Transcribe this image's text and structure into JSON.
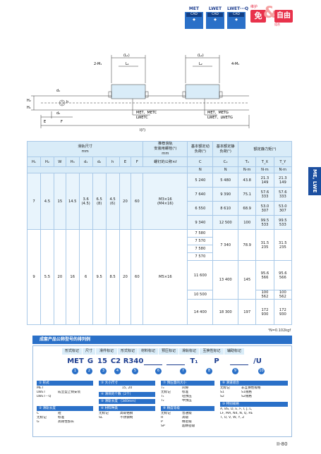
{
  "header": {
    "codes": [
      {
        "label": "MET",
        "tag": "CAD"
      },
      {
        "label": "LWET",
        "tag": "CAD"
      },
      {
        "label": "LWET···Q",
        "tag": "CAD"
      }
    ],
    "badge": {
      "left": "免",
      "right": "自由",
      "top_text": "维护",
      "bottom_text": "组合"
    }
  },
  "side_tab": "ME, LWE",
  "drawing": {
    "labels": [
      "(L₁)",
      "L₁",
      "(L₂)",
      "L₂",
      "2-M₁",
      "4-M₁",
      "d₁",
      "d₂",
      "h",
      "E",
      "F",
      "l(l')",
      "MET、METC",
      "LWETC",
      "MET、METG",
      "LWET、LWETG",
      "H₂",
      "H₁",
      "W"
    ]
  },
  "table": {
    "group_headers": {
      "rail": "滑轨尺寸\nmm",
      "bolt": "推荐滑轨\n安装用螺栓(¹)\nmm",
      "dyn": "基本额定动\n负荷(¹)",
      "stat": "基本额定静\n负荷(¹)",
      "moment": "额定静力矩(¹)"
    },
    "col_headers": [
      "H₁",
      "H₂",
      "W",
      "H₃",
      "d₁",
      "d₂",
      "h",
      "E",
      "F",
      "螺钉的公称×ℓ",
      "C",
      "C₀",
      "T₀",
      "T_X",
      "T_Y"
    ],
    "unit_row": [
      "N",
      "N",
      "N·m",
      "N·m",
      "N·m"
    ],
    "groups": [
      {
        "H1": "7",
        "H2": "4.5",
        "W": "15",
        "H3": "14.5",
        "d1": "3.6\n(4.5)",
        "d2": "6.5\n(8)",
        "h": "4.5\n(6)",
        "E": "20",
        "F": "60",
        "bolt": "M3×16\n(M4×16)",
        "rows": [
          {
            "C": "5 240",
            "C0": "5 480",
            "T0": "43.8",
            "TX": "21.3\n149",
            "TY": "21.3\n149"
          },
          {
            "C": "7 640",
            "C0": "9 390",
            "T0": "75.1",
            "TX": "57.6\n333",
            "TY": "57.6\n333"
          },
          {
            "C": "6 550",
            "C0": "8 610",
            "T0": "68.9",
            "TX": "53.0\n307",
            "TY": "53.0\n307"
          },
          {
            "C": "9 340",
            "C0": "12 500",
            "T0": "100",
            "TX": "99.5\n533",
            "TY": "99.5\n533"
          }
        ]
      },
      {
        "H1": "9",
        "H2": "5.5",
        "W": "20",
        "H3": "16",
        "d1": "6",
        "d2": "9.5",
        "h": "8.5",
        "E": "20",
        "F": "60",
        "bolt": "M5×16",
        "rows": [
          {
            "C": "7 580",
            "C0": "",
            "T0": "",
            "TX": "",
            "TY": ""
          },
          {
            "C": "7 570",
            "C0": "7 340",
            "T0": "78.9",
            "TX": "31.5\n235",
            "TY": "31.5\n235"
          },
          {
            "C": "7 580",
            "C0": "",
            "T0": "",
            "TX": "",
            "TY": ""
          },
          {
            "C": "7 570",
            "C0": "",
            "T0": "",
            "TX": "",
            "TY": ""
          },
          {
            "C": "11 600",
            "C0": "13 400",
            "T0": "145",
            "TX": "95.6\n566",
            "TY": "95.6\n566"
          },
          {
            "C": "10 500",
            "C0": "",
            "T0": "",
            "TX": "100\n562",
            "TY": "100\n562"
          },
          {
            "C": "14 400",
            "C0": "18 300",
            "T0": "197",
            "TX": "172\n930",
            "TY": "172\n930"
          }
        ]
      }
    ],
    "note": "¹N=0.102kgf"
  },
  "order": {
    "title": "成套产品公称型号的排列例",
    "fields": [
      "形式标记",
      "尺寸",
      "滑件标记",
      "形式标记",
      "材料标记",
      "预压标记",
      "滑轨标记",
      "互换性标记",
      "辅助标记"
    ],
    "codes": [
      "MET",
      "G",
      "15",
      "C2",
      "R340",
      "",
      "",
      "T₁",
      "",
      "P",
      "",
      "/U"
    ],
    "numbers": [
      "1",
      "2",
      "3",
      "4",
      "5",
      "6",
      "7",
      "8",
      "9",
      "10"
    ],
    "legends": [
      {
        "title": "① 形式",
        "rows": [
          [
            "MET",
            ""
          ],
          [
            "LWET",
            "成立型上侧安装"
          ],
          [
            "LWET···Q",
            ""
          ]
        ]
      },
      {
        "title": "② 滑轨长度",
        "rows": [
          [
            "C",
            "短"
          ],
          [
            "无标记",
            "标准"
          ],
          [
            "G",
            "高刚性加长"
          ]
        ]
      },
      {
        "title": "③ 大小尺寸",
        "rows": [
          [
            "15, 20",
            ""
          ]
        ]
      },
      {
        "title": "④ 滑块的个数（2个）",
        "rows": []
      },
      {
        "title": "⑤ 滑轨长度 （340mm）",
        "rows": []
      },
      {
        "title": "⑥ 材料种类",
        "rows": [
          [
            "无标记",
            "高碳铬钢"
          ],
          [
            "SL",
            "不锈钢制"
          ]
        ]
      },
      {
        "title": "⑦ 预压量的大小",
        "rows": [
          [
            "T₀",
            "间隙"
          ],
          [
            "无标记",
            "标准"
          ],
          [
            "T₁",
            "轻预压"
          ],
          [
            "T₂",
            "中预压"
          ]
        ]
      },
      {
        "title": "⑧ 精度等级",
        "rows": [
          [
            "无标记",
            "普通级"
          ],
          [
            "H",
            "高级"
          ],
          [
            "P",
            "精密级"
          ],
          [
            "SP",
            "超精密级"
          ]
        ]
      },
      {
        "title": "⑨ 滑道组合",
        "rows": [
          [
            "无标记",
            "非互换性规格"
          ],
          [
            "S1",
            "S1规格"
          ],
          [
            "S2",
            "S2规格"
          ]
        ]
      },
      {
        "title": "⑩ 特别规格",
        "rows": [
          [
            "A, BS, D, E, F, I, J, L,",
            ""
          ],
          [
            "LF, MA, N4, N, Q, RE",
            ""
          ],
          [
            "T, U, V, W, Y, Z",
            ""
          ]
        ]
      }
    ]
  },
  "page_number": "II-80",
  "colors": {
    "accent": "#2a70c8",
    "table_header": "#d9ecf8",
    "table_tint": "#e8f4fc",
    "red": "#e8324b"
  }
}
